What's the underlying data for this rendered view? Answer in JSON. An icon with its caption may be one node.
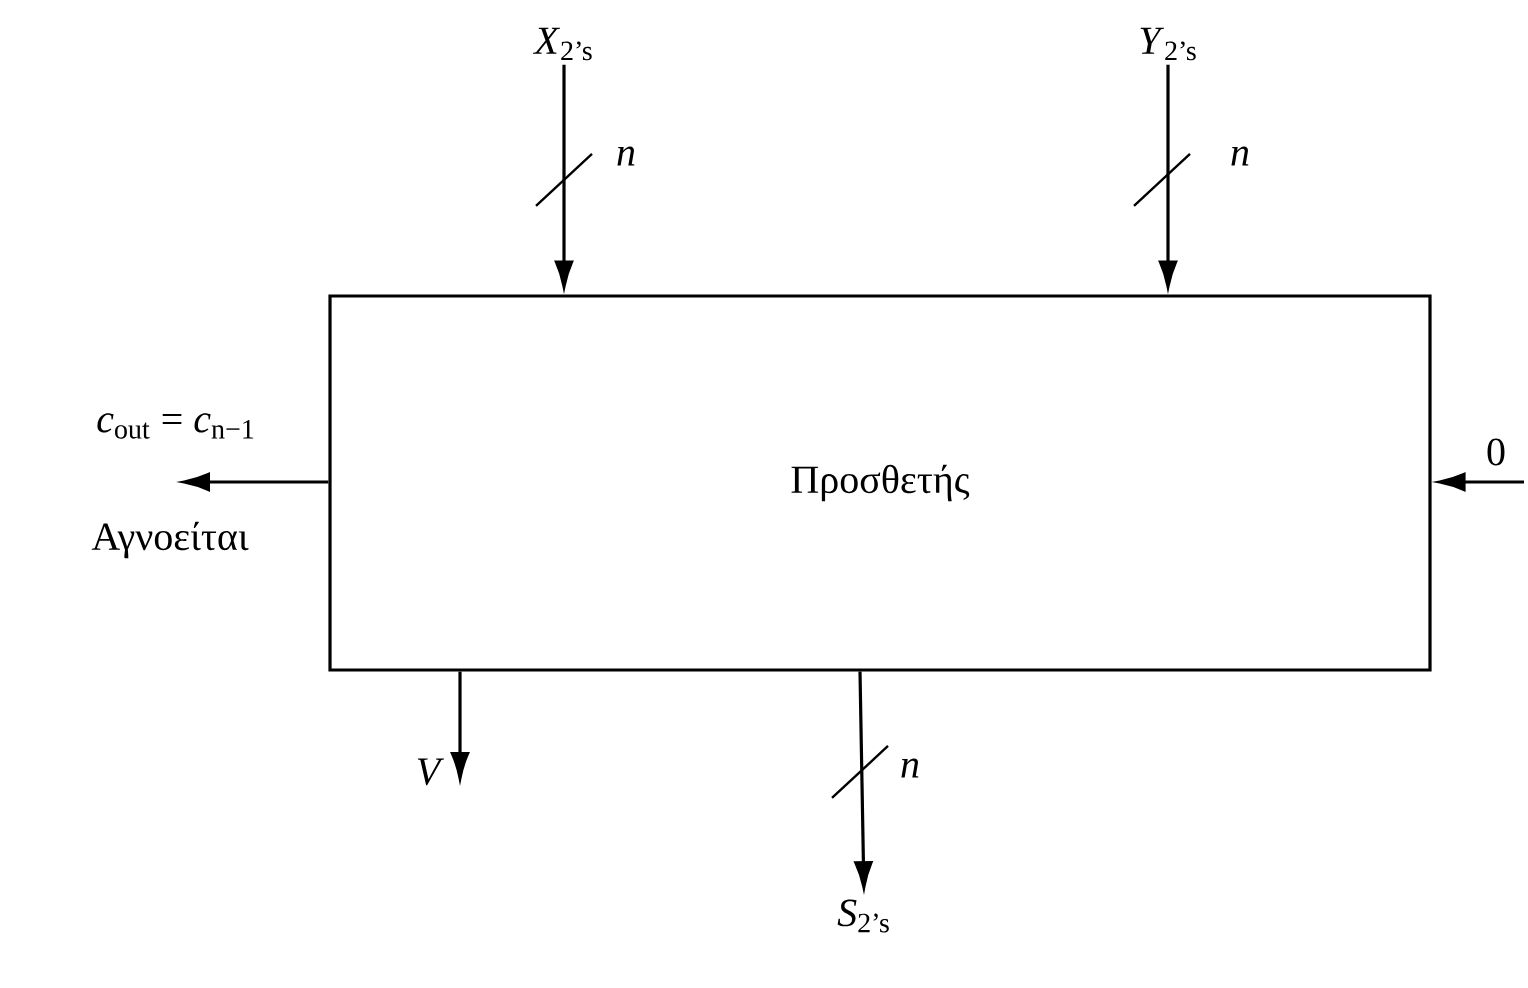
{
  "diagram": {
    "nodes": [
      {
        "text": [
          "Προσθετής"
        ]
      },
      {
        "text": [
          "*X*$_{2’s}$"
        ]
      },
      {
        "text": [
          "*Y*$_{2’s}$"
        ]
      },
      {
        "text": [
          "*S*$_{2’s}$"
        ]
      }
    ],
    "edges": [
      {
        "from": 1,
        "to": 0,
        "arrow": "to",
        "label": "n"
      },
      {
        "from": 2,
        "to": 0,
        "arrow": "to",
        "label": "n"
      },
      {
        "from": null,
        "to": 0,
        "arrow": "to",
        "label": "0"
      },
      {
        "from": 0,
        "to": null,
        "arrow": "to"
      },
      {
        "from": 0,
        "to": null,
        "arrow": "to",
        "label": "V"
      },
      {
        "from": 0,
        "to": 3,
        "arrow": "to",
        "label": "n"
      }
    ],
    "labels": [
      "*c*$_{out}$ = *c*$_{n−1}$",
      "Αγνοείται"
    ]
  }
}
